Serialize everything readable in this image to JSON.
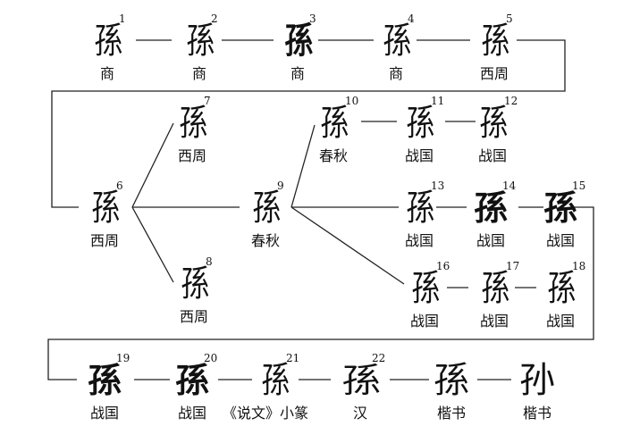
{
  "nodes": [
    {
      "num": "1",
      "period": "商",
      "glyph": "孫"
    },
    {
      "num": "2",
      "period": "商",
      "glyph": "孫"
    },
    {
      "num": "3",
      "period": "商",
      "glyph": "孫"
    },
    {
      "num": "4",
      "period": "商",
      "glyph": "孫"
    },
    {
      "num": "5",
      "period": "西周",
      "glyph": "孫"
    },
    {
      "num": "6",
      "period": "西周",
      "glyph": "孫"
    },
    {
      "num": "7",
      "period": "西周",
      "glyph": "孫"
    },
    {
      "num": "8",
      "period": "西周",
      "glyph": "孫"
    },
    {
      "num": "9",
      "period": "春秋",
      "glyph": "孫"
    },
    {
      "num": "10",
      "period": "春秋",
      "glyph": "孫"
    },
    {
      "num": "11",
      "period": "战国",
      "glyph": "孫"
    },
    {
      "num": "12",
      "period": "战国",
      "glyph": "孫"
    },
    {
      "num": "13",
      "period": "战国",
      "glyph": "孫"
    },
    {
      "num": "14",
      "period": "战国",
      "glyph": "孫"
    },
    {
      "num": "15",
      "period": "战国",
      "glyph": "孫"
    },
    {
      "num": "16",
      "period": "战国",
      "glyph": "孫"
    },
    {
      "num": "17",
      "period": "战国",
      "glyph": "孫"
    },
    {
      "num": "18",
      "period": "战国",
      "glyph": "孫"
    },
    {
      "num": "19",
      "period": "战国",
      "glyph": "孫"
    },
    {
      "num": "20",
      "period": "战国",
      "glyph": "孫"
    },
    {
      "num": "21",
      "period": "《说文》小篆",
      "glyph": "孫"
    },
    {
      "num": "22",
      "period": "汉",
      "glyph": "孫"
    },
    {
      "num": "",
      "period": "楷书",
      "glyph": "孫"
    },
    {
      "num": "",
      "period": "楷书",
      "glyph": "孙"
    }
  ]
}
